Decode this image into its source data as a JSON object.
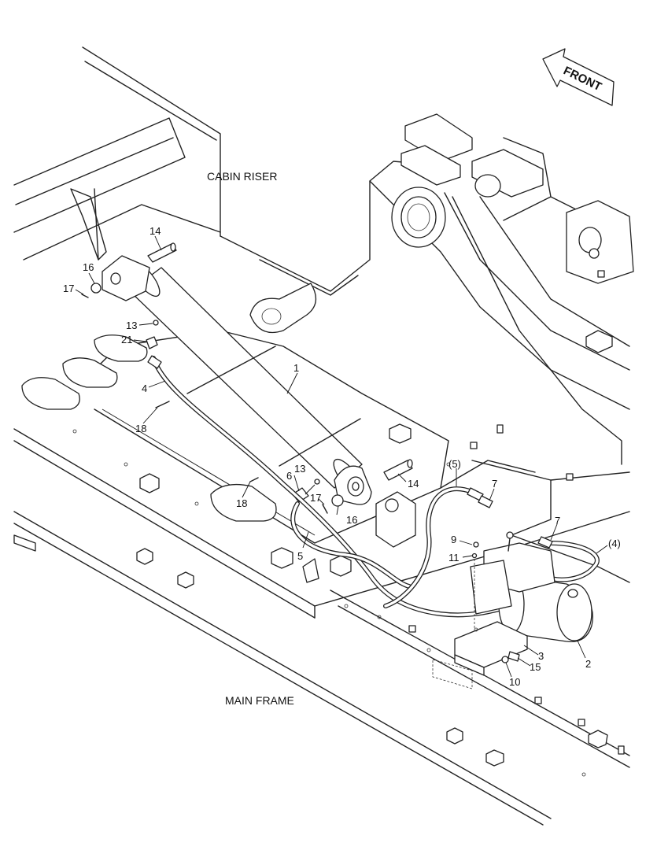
{
  "compass": {
    "label": "FRONT"
  },
  "regions": {
    "cabin_riser": "CABIN RISER",
    "main_frame": "MAIN FRAME"
  },
  "callouts": [
    {
      "id": "c14a",
      "text": "14"
    },
    {
      "id": "c16a",
      "text": "16"
    },
    {
      "id": "c17a",
      "text": "17"
    },
    {
      "id": "c13a",
      "text": "13"
    },
    {
      "id": "c21",
      "text": "21"
    },
    {
      "id": "c4",
      "text": "4"
    },
    {
      "id": "c18a",
      "text": "18"
    },
    {
      "id": "c1",
      "text": "1"
    },
    {
      "id": "c5p",
      "text": "(5)"
    },
    {
      "id": "c7a",
      "text": "7"
    },
    {
      "id": "c14b",
      "text": "14"
    },
    {
      "id": "c6",
      "text": "6"
    },
    {
      "id": "c13b",
      "text": "13"
    },
    {
      "id": "c17b",
      "text": "17"
    },
    {
      "id": "c18b",
      "text": "18"
    },
    {
      "id": "c16b",
      "text": "16"
    },
    {
      "id": "c5",
      "text": "5"
    },
    {
      "id": "c9",
      "text": "9"
    },
    {
      "id": "c11",
      "text": "11"
    },
    {
      "id": "c7b",
      "text": "7"
    },
    {
      "id": "c4p",
      "text": "(4)"
    },
    {
      "id": "c3",
      "text": "3"
    },
    {
      "id": "c15",
      "text": "15"
    },
    {
      "id": "c10",
      "text": "10"
    },
    {
      "id": "c2",
      "text": "2"
    }
  ]
}
